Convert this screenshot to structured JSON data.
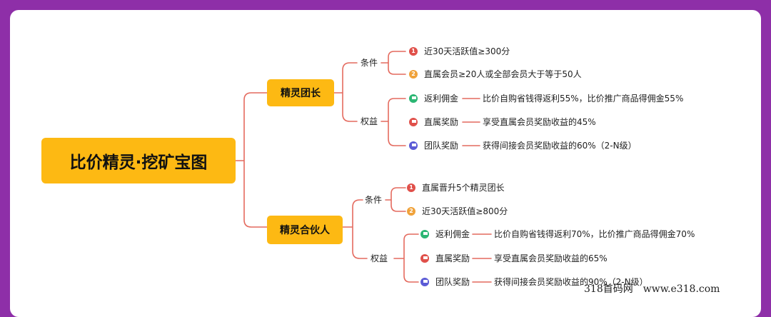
{
  "root": {
    "label": "比价精灵·挖矿宝图"
  },
  "branches": [
    {
      "label": "精灵团长",
      "conditions_label": "条件",
      "conditions": [
        {
          "num": "1",
          "text": "近30天活跃值≥300分"
        },
        {
          "num": "2",
          "text": "直属会员≥20人或全部会员大于等于50人"
        }
      ],
      "benefits_label": "权益",
      "benefits": [
        {
          "name": "返利佣金",
          "desc": "比价自购省钱得返利55%，比价推广商品得佣金55%"
        },
        {
          "name": "直属奖励",
          "desc": "享受直属会员奖励收益的45%"
        },
        {
          "name": "团队奖励",
          "desc": "获得间接会员奖励收益的60%（2-N级）"
        }
      ]
    },
    {
      "label": "精灵合伙人",
      "conditions_label": "条件",
      "conditions": [
        {
          "num": "1",
          "text": "直属晋升5个精灵团长"
        },
        {
          "num": "2",
          "text": "近30天活跃值≥800分"
        }
      ],
      "benefits_label": "权益",
      "benefits": [
        {
          "name": "返利佣金",
          "desc": "比价自购省钱得返利70%，比价推广商品得佣金70%"
        },
        {
          "name": "直属奖励",
          "desc": "享受直属会员奖励收益的65%"
        },
        {
          "name": "团队奖励",
          "desc": "获得间接会员奖励收益的90%（2-N级）"
        }
      ]
    }
  ],
  "watermark": "318首码网　www.e318.com",
  "colors": {
    "background": "#8e2fa8",
    "node": "#fdb913",
    "connector": "#e46a5e"
  }
}
